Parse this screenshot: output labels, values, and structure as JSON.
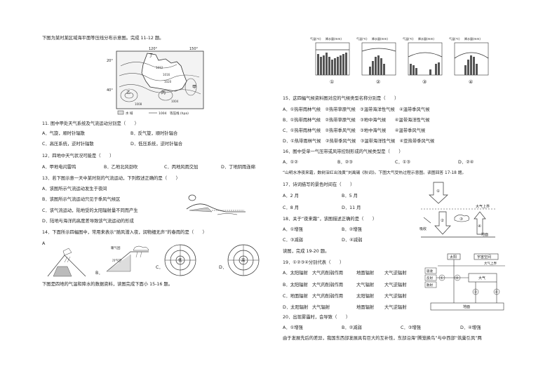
{
  "left": {
    "intro1": "下图为某时某区域海平面等压线分布示意图。完成 11-12 题。",
    "map": {
      "lon_top": [
        "120°",
        "150°"
      ],
      "lat_left": [
        "20°",
        "40°"
      ],
      "labels": [
        "甲",
        "乙",
        "丙",
        "丁"
      ],
      "isobars": [
        "1012",
        "1016",
        "1020",
        "1004",
        "1008"
      ],
      "legend_water": "水 域",
      "legend_isobar": "等压线 (hpa)",
      "legend_val": "1004"
    },
    "q11": "11. 图中甲处天气系统及气流运动分别是（　　）",
    "q11_opts": [
      "A．气旋，顺时针辐散",
      "B．反气旋，顺时针辐合",
      "C．高压系统，逆时针辐散",
      "D．低压系统，逆时针辐合"
    ],
    "q12": "12．四地中天气状况可能是（　　）",
    "q12_opts": [
      "A．甲地电闪雷鸣",
      "B．乙地北风劲吹",
      "C．丙地风雨交加",
      "D．丁地阴雨连绵"
    ],
    "q13": "13．若下图示意一天中某时刻的气流运动，下列叙述正确的是（　　）",
    "q13_opts": [
      "A．该图所示气流运动发生于夜间",
      "B．该图所示气流运动只见于季风气候区",
      "C．该气流运动，陆地受的太阳辐射量不同而产生",
      "D．陆地与海洋的高度差导致该气流运动的形成"
    ],
    "q14": "14．下面所示四幅图中，常用来表示“随风潜入夜，润物细无声”的春雨的是（　　）",
    "q14_labels": [
      "A",
      "B．",
      "C．",
      "D．"
    ],
    "fig14": {
      "b_warm": "暖气团",
      "b_cold": "冷气团",
      "c_center": "低",
      "d_center": "高"
    },
    "intro2": "下图是四地的气温和降水的数据资料，读图完成下面小 15-16 题。"
  },
  "right": {
    "climate_header": [
      "气温(℃)",
      "降水量(mm)"
    ],
    "climate_nums": [
      "①",
      "②",
      "③",
      "④"
    ],
    "q15": "15．这四幅气候资料图对应的气候类型名称分别是（　　）",
    "q15_opts": [
      "A．①热带雨林气候　②热带草原气候　③温带海洋性气候　④温带季风气候",
      "B．①热带雨林气候　②热带草原气候　③地中海气候　　④温带海洋性气候",
      "C．①热带雨林气候　②热带季风气候　③地中海气候　　④温带季风气候",
      "D．①热带雨林气候　②热带季风气候　③温带海洋性气候　④亚热带季风气候"
    ],
    "q16": "16．图中受单一气压带或风带控制形成的气候类型是（　　）",
    "q16_opts": [
      "A．①②",
      "B．②③",
      "C．①③",
      "D．②④"
    ],
    "poem": "“山明水净夜来霜，数树深红出浅黄”刘禹锡《秋词》。下图大气受热过程示意图。读图回答 17-18 题。",
    "fig17": {
      "top": "大气上界",
      "ground": "地面",
      "absorb": "吸收",
      "nums": [
        "①",
        "②",
        "③",
        "④"
      ]
    },
    "q17": "17．诗词描写的景色时间在（　　）",
    "q17_opts": [
      "A．2 月",
      "B．5 月",
      "C．8 月",
      "D．11 月"
    ],
    "q18": "18．关于“夜来霜”，该图描述正确的是（　　）",
    "q18_opts": [
      "A．①增强",
      "B．②增强",
      "C．③减弱",
      "D．④减弱"
    ],
    "intro3": "读图，完成 19-20 题。",
    "fig19": {
      "sun": "太阳",
      "space": "宇宙空间",
      "top": "大气上界",
      "atm": "大气",
      "ground": "地面",
      "side": [
        "吸收",
        "反射",
        "散射"
      ],
      "nums": [
        "①",
        "②",
        "③",
        "④"
      ]
    },
    "q19": "19．①②③④分别代表（　　）",
    "q19_opts": [
      [
        "A．太阳辐射",
        "大气的削弱作用",
        "地面辐射",
        "大气逆辐射"
      ],
      [
        "B．太阳辐射",
        "大气的削弱作用",
        "大气辐射",
        "大气逆辐射"
      ],
      [
        "C．地面辐射",
        "大气的削弱作用",
        "太阳辐射",
        "大气逆辐射"
      ],
      [
        "D．太阳辐射",
        "大气辐射",
        "地面辐射",
        "大气逆辐射"
      ]
    ],
    "q20": "20．出现雾霾时，会导致（　　）",
    "q20_opts": [
      "A．①增强",
      "B．②减弱",
      "C．③增强",
      "D．④增强"
    ],
    "tail": "由于发展先后的差异，我国东西部发展具有巨大的互补性，东部沿海“腾笼换鸟”与中西部“筑巢引凤”两"
  }
}
